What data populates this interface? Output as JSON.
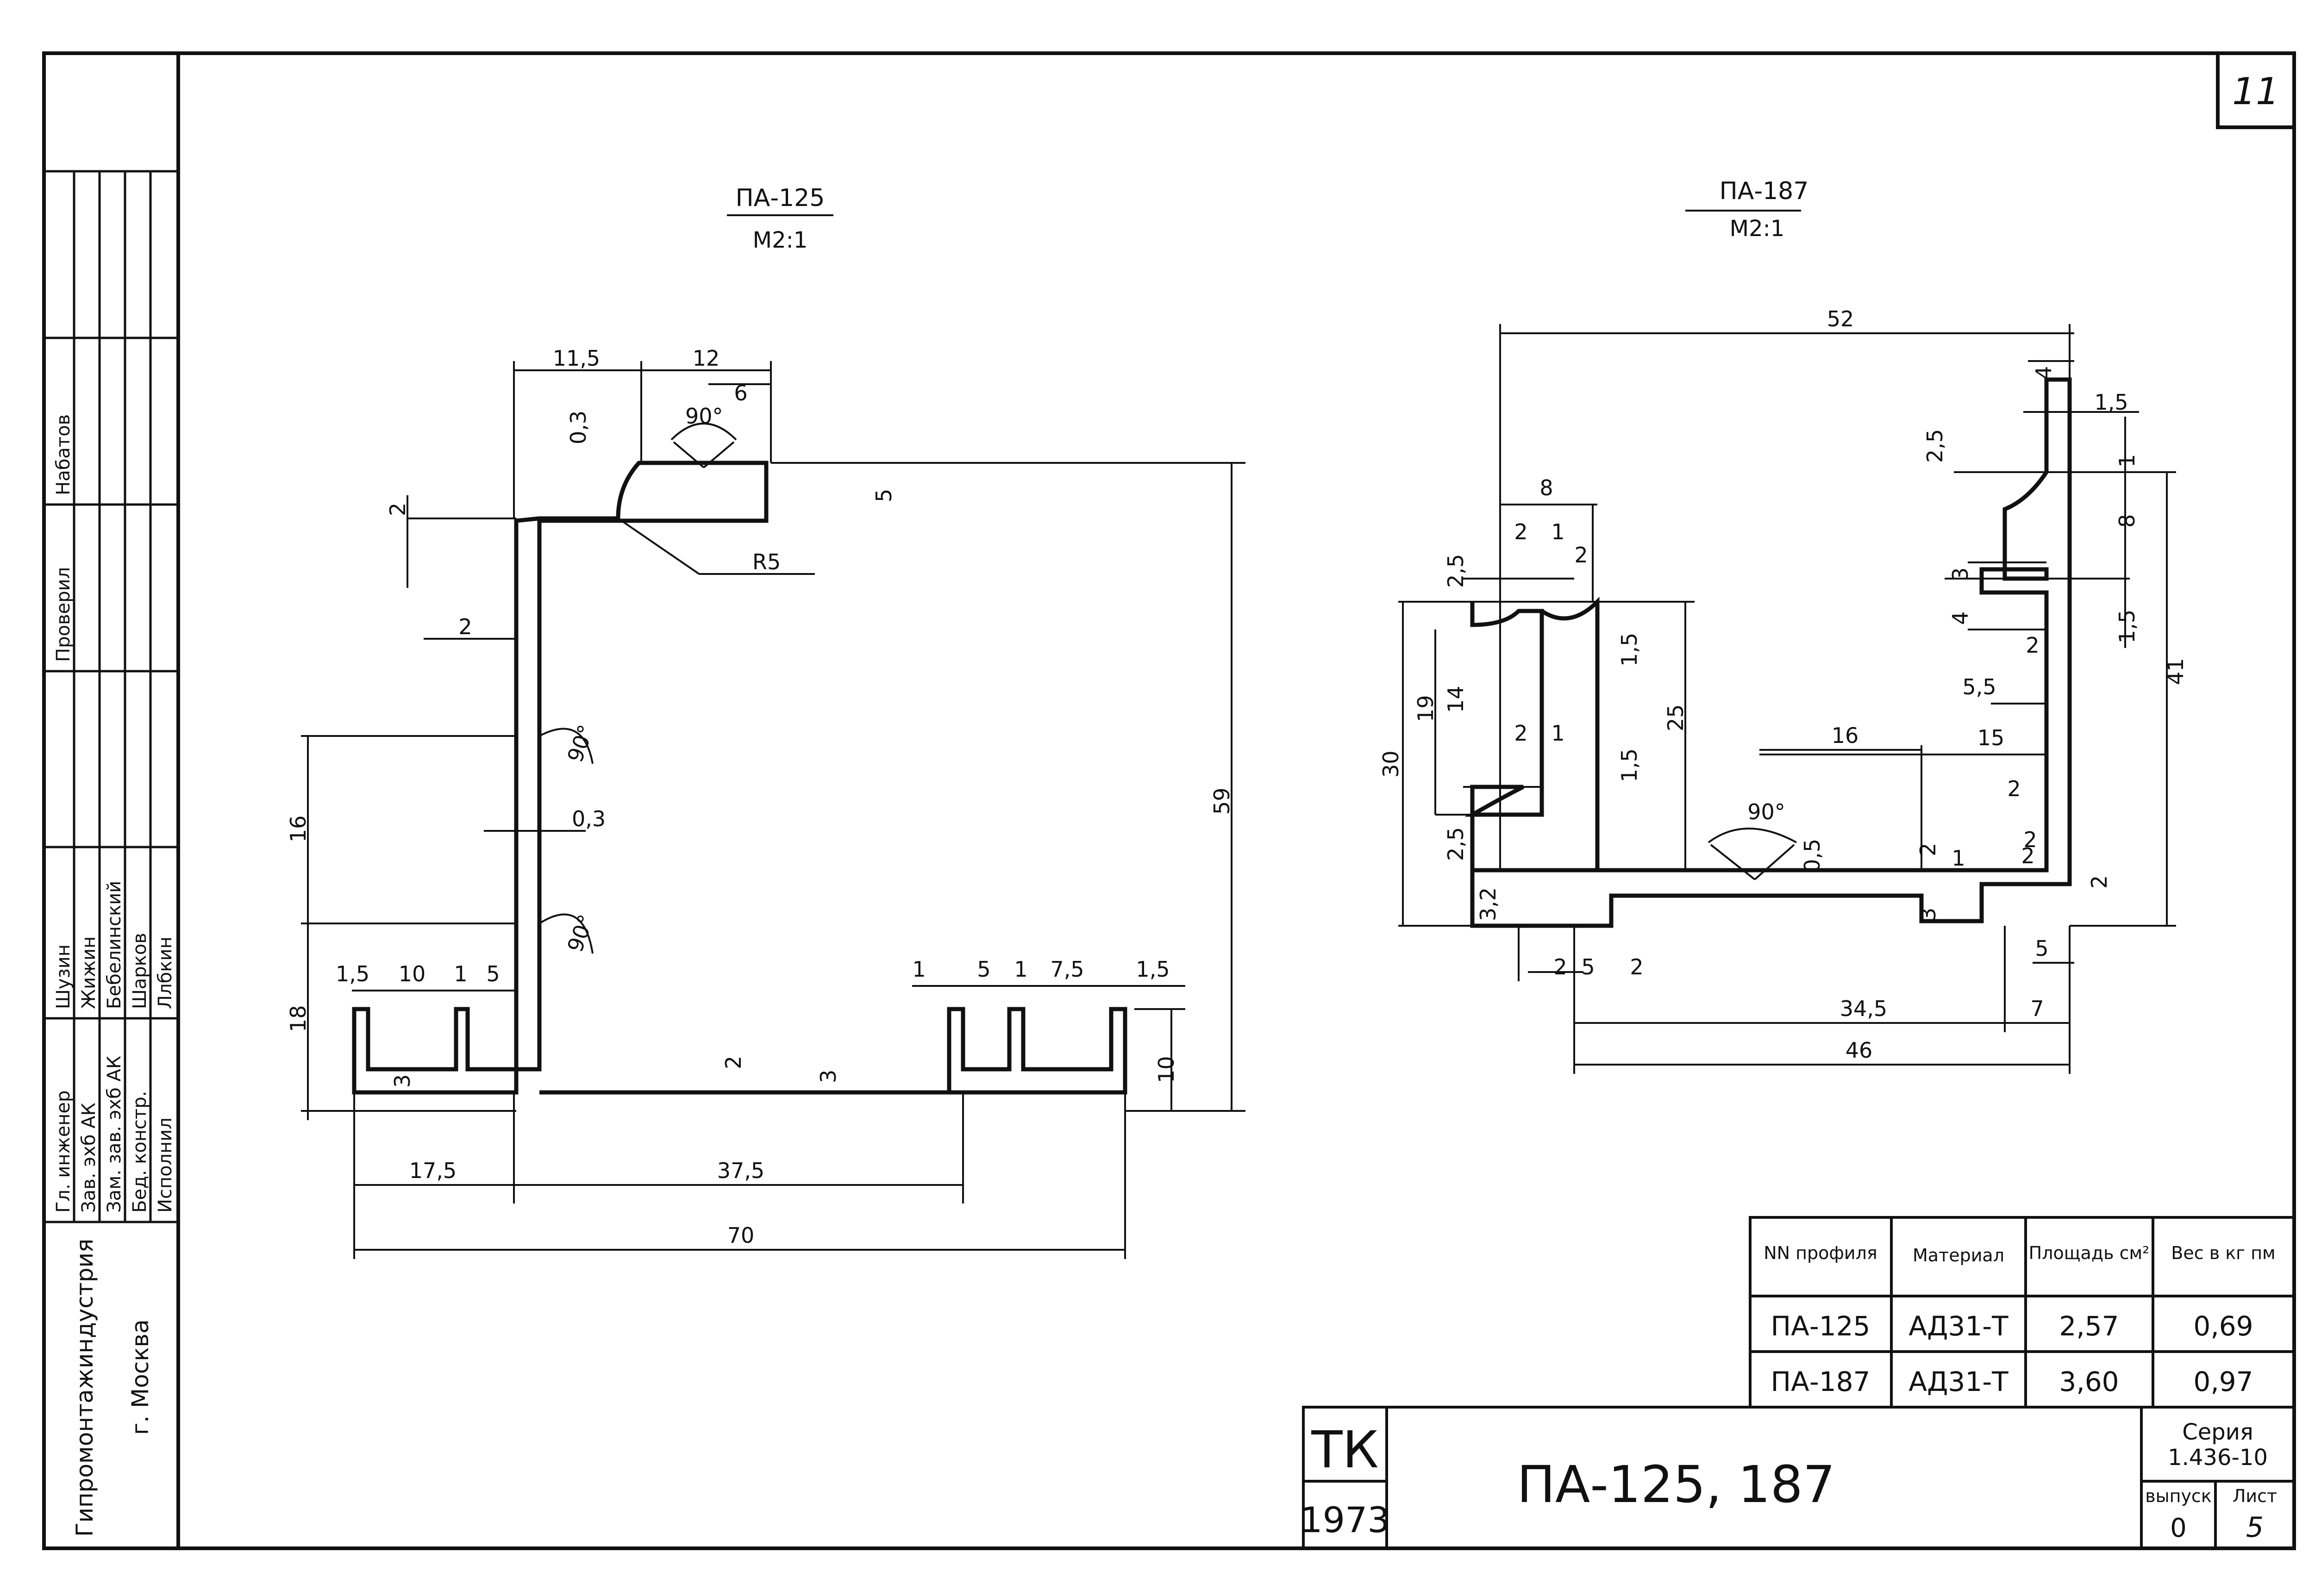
{
  "sheet_number": "11",
  "left_panel": {
    "roles": [
      "Гл. инженер",
      "Зав. эхб АК",
      "Зам. зав. эхб АК",
      "Бед. констр.",
      "Исполнил"
    ],
    "names": [
      "Шузин",
      "Жижин",
      "Бебелинский",
      "Шарков",
      "Ллбкин"
    ],
    "checked_label": "Проверил",
    "checked_name": "Набатов",
    "org": "Гипромонтажиндустрия",
    "city": "г. Москва"
  },
  "profile_a": {
    "title": "ПА-125",
    "scale": "М2:1",
    "dims": {
      "d11_5": "11,5",
      "d12": "12",
      "d6": "6",
      "d03a": "0,3",
      "a90a": "90°",
      "d5a": "5",
      "d2a": "2",
      "r5": "R5",
      "d2b": "2",
      "a90b": "90°",
      "d03b": "0,3",
      "a90c": "90°",
      "d16": "16",
      "d59": "59",
      "d18": "18",
      "b15": "1,5",
      "b10": "10",
      "b1": "1",
      "b5": "5",
      "b3a": "3",
      "b2": "2",
      "b3b": "3",
      "c1": "1",
      "c5": "5",
      "c1b": "1",
      "c75": "7,5",
      "c15": "1,5",
      "c10": "10",
      "w175": "17,5",
      "w375": "37,5",
      "w70": "70"
    }
  },
  "profile_b": {
    "title": "ПА-187",
    "scale": "М2:1",
    "dims": {
      "d52": "52",
      "d4": "4",
      "d15a": "1,5",
      "d25a": "2,5",
      "d1a": "1",
      "d8a": "8",
      "d3a": "3",
      "d4b": "4",
      "d15b": "1,5",
      "d2a": "2",
      "d41": "41",
      "d55": "5,5",
      "d15c": "15",
      "d2b": "2",
      "d2c": "2",
      "d2d": "2",
      "d8b": "8",
      "l2a": "2",
      "l1a": "1",
      "l2b": "2",
      "l25a": "2,5",
      "d14": "14",
      "d19": "19",
      "d30": "30",
      "d15d": "1,5",
      "d25": "25",
      "l2c": "2",
      "l1b": "1",
      "d15e": "1,5",
      "l25b": "2,5",
      "d32": "3,2",
      "d16": "16",
      "a90": "90°",
      "d05": "0,5",
      "r2a": "2",
      "r1": "1",
      "r2b": "2",
      "r3": "3",
      "b2": "2",
      "b5": "5",
      "b2b": "2",
      "b5b": "5",
      "b345": "34,5",
      "b7": "7",
      "b46": "46"
    }
  },
  "table": {
    "headers": [
      "NN профиля",
      "Материал",
      "Площадь см²",
      "Вес в кг пм"
    ],
    "rows": [
      [
        "ПА-125",
        "АД31-Т",
        "2,57",
        "0,69"
      ],
      [
        "ПА-187",
        "АД31-Т",
        "3,60",
        "0,97"
      ]
    ]
  },
  "title_block": {
    "org_mark": "ТК",
    "year": "1973",
    "drawing_title": "ПА-125, 187",
    "series_label": "Серия",
    "series": "1.436-10",
    "issue_label": "выпуск",
    "issue": "0",
    "sheet_label": "Лист",
    "sheet": "5"
  }
}
